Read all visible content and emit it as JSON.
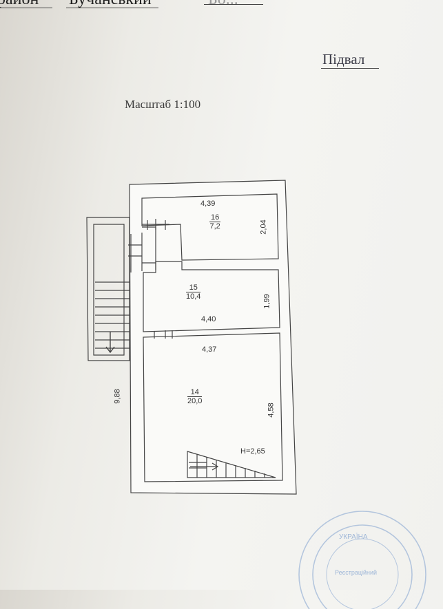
{
  "header": {
    "left_word": "район",
    "middle_word": "Бучанський",
    "right_word": "Бо..."
  },
  "title": "Підвал",
  "scale": "Масштаб 1:100",
  "plan": {
    "rooms": [
      {
        "number": "16",
        "area": "7,2"
      },
      {
        "number": "15",
        "area": "10,4"
      },
      {
        "number": "14",
        "area": "20,0"
      }
    ],
    "dimensions": {
      "room16_width": "4,39",
      "room16_depth": "2,04",
      "room15_width": "4,40",
      "room15_depth": "1,99",
      "room14_width": "4,37",
      "room14_depth": "4,58",
      "overall_length": "9,88"
    },
    "height": "H=2,65"
  },
  "stamp": {
    "line1": "УКРАЇНА",
    "line2": "Реєстраційний"
  }
}
